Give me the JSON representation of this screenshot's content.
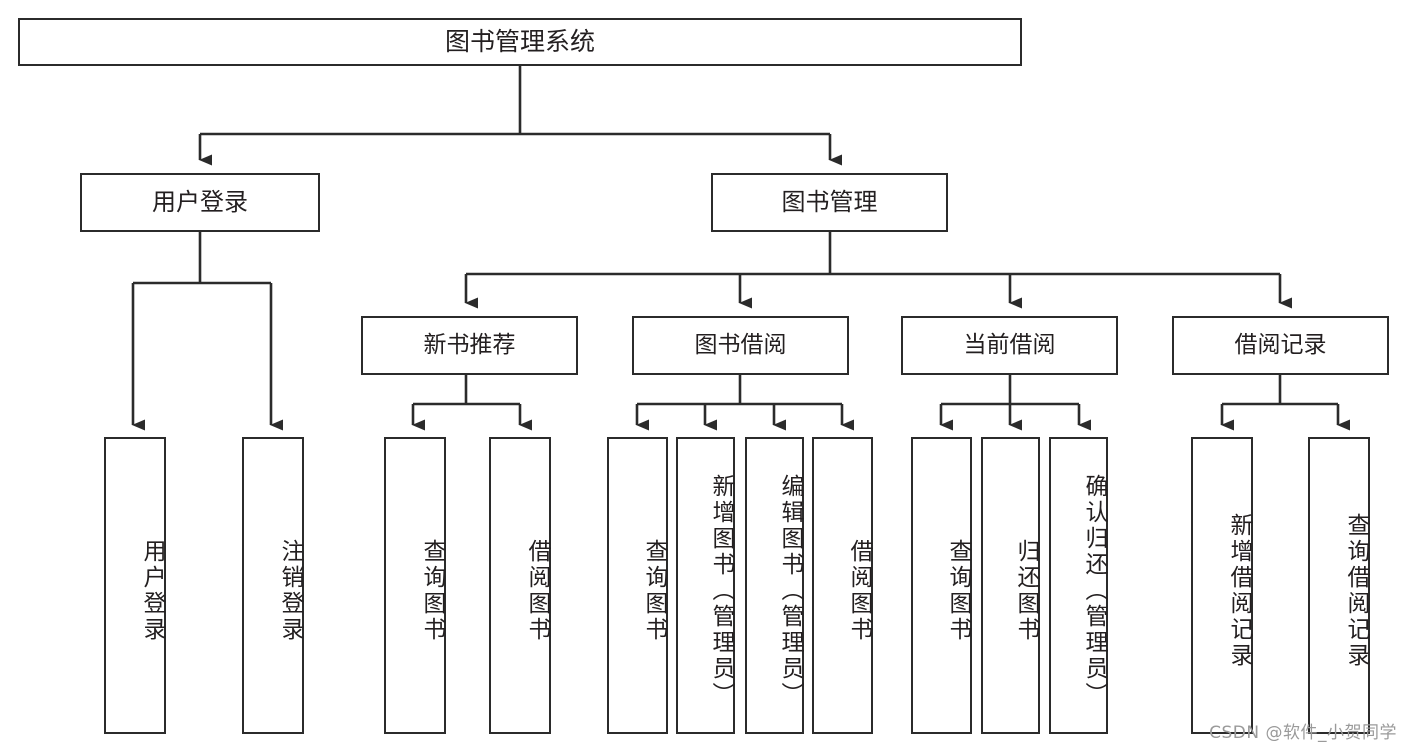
{
  "diagram": {
    "type": "tree",
    "title": "图书管理系统",
    "stroke_color": "#2b2b2b",
    "text_color": "#231f20",
    "background_color": "#ffffff",
    "root": {
      "label": "图书管理系统"
    },
    "level2": [
      {
        "label": "用户登录"
      },
      {
        "label": "图书管理"
      }
    ],
    "level3": [
      {
        "label": "新书推荐"
      },
      {
        "label": "图书借阅"
      },
      {
        "label": "当前借阅"
      },
      {
        "label": "借阅记录"
      }
    ],
    "leaves": [
      {
        "label": "用户登录",
        "parent": "用户登录"
      },
      {
        "label": "注销登录",
        "parent": "用户登录"
      },
      {
        "label": "查询图书",
        "parent": "新书推荐"
      },
      {
        "label": "借阅图书",
        "parent": "新书推荐"
      },
      {
        "label": "查询图书",
        "parent": "图书借阅"
      },
      {
        "label": "新增图书（管理员）",
        "parent": "图书借阅"
      },
      {
        "label": "编辑图书（管理员）",
        "parent": "图书借阅"
      },
      {
        "label": "借阅图书",
        "parent": "图书借阅"
      },
      {
        "label": "查询图书",
        "parent": "当前借阅"
      },
      {
        "label": "归还图书",
        "parent": "当前借阅"
      },
      {
        "label": "确认归还（管理员）",
        "parent": "当前借阅"
      },
      {
        "label": "新增借阅记录",
        "parent": "借阅记录"
      },
      {
        "label": "查询借阅记录",
        "parent": "借阅记录"
      }
    ]
  },
  "watermark": {
    "text": "CSDN @软件_小贺同学"
  }
}
